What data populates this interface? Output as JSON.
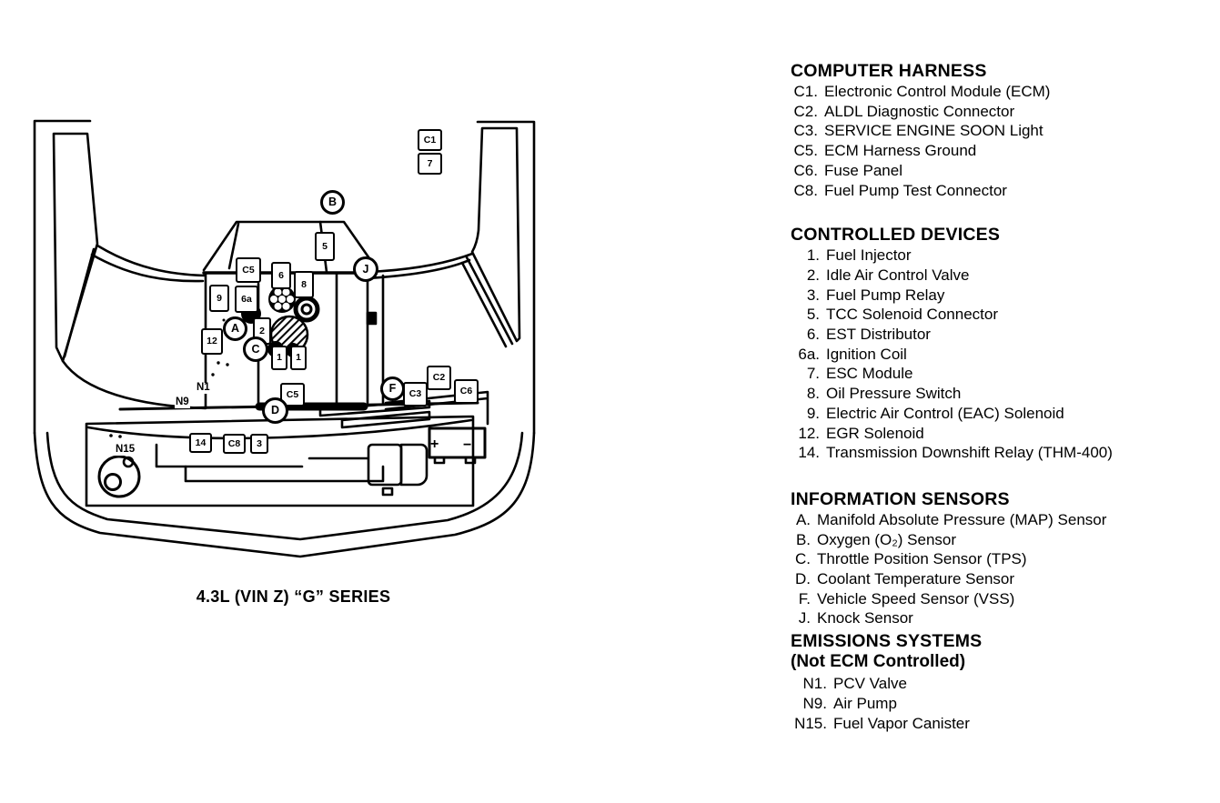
{
  "colors": {
    "ink": "#000000",
    "paper": "#ffffff"
  },
  "diagram": {
    "caption": "4.3L (VIN Z) “G” SERIES",
    "badges": {
      "C1": "C1",
      "7": "7",
      "B": "B",
      "5": "5",
      "J": "J",
      "C5": "C5",
      "6": "6",
      "8": "8",
      "9": "9",
      "6a": "6a",
      "A": "A",
      "2": "2",
      "C": "C",
      "12": "12",
      "1": "1",
      "14": "14",
      "C8": "C8",
      "3": "3",
      "F": "F",
      "C3": "C3",
      "C2": "C2",
      "C6": "C6",
      "D": "D",
      "N1": "N1",
      "N9": "N9",
      "N15": "N15",
      "plus": "+",
      "minus": "−"
    }
  },
  "legend": {
    "sections": [
      {
        "title": "COMPUTER HARNESS",
        "items": [
          {
            "code": "C1.",
            "label": "Electronic Control Module (ECM)"
          },
          {
            "code": "C2.",
            "label": "ALDL Diagnostic Connector"
          },
          {
            "code": "C3.",
            "label": "SERVICE ENGINE SOON Light"
          },
          {
            "code": "C5.",
            "label": "ECM Harness Ground"
          },
          {
            "code": "C6.",
            "label": "Fuse Panel"
          },
          {
            "code": "C8.",
            "label": "Fuel Pump Test Connector"
          }
        ]
      },
      {
        "title": "CONTROLLED DEVICES",
        "items": [
          {
            "code": "1.",
            "label": "Fuel Injector"
          },
          {
            "code": "2.",
            "label": "Idle Air Control Valve"
          },
          {
            "code": "3.",
            "label": "Fuel Pump Relay"
          },
          {
            "code": "5.",
            "label": "TCC Solenoid Connector"
          },
          {
            "code": "6.",
            "label": "EST Distributor"
          },
          {
            "code": "6a.",
            "label": "Ignition Coil"
          },
          {
            "code": "7.",
            "label": "ESC Module"
          },
          {
            "code": "8.",
            "label": "Oil Pressure Switch"
          },
          {
            "code": "9.",
            "label": "Electric Air Control (EAC) Solenoid"
          },
          {
            "code": "12.",
            "label": "EGR Solenoid"
          },
          {
            "code": "14.",
            "label": "Transmission Downshift Relay (THM-400)"
          }
        ]
      },
      {
        "title": "INFORMATION SENSORS",
        "items": [
          {
            "code": "A.",
            "label": "Manifold Absolute Pressure (MAP) Sensor"
          },
          {
            "code": "B.",
            "label": "Oxygen (O₂) Sensor"
          },
          {
            "code": "C.",
            "label": "Throttle Position Sensor (TPS)"
          },
          {
            "code": "D.",
            "label": "Coolant Temperature Sensor"
          },
          {
            "code": "F.",
            "label": "Vehicle Speed Sensor (VSS)"
          },
          {
            "code": "J.",
            "label": "Knock Sensor"
          }
        ]
      },
      {
        "title": "EMISSIONS SYSTEMS",
        "subtitle": "(Not ECM Controlled)",
        "items": [
          {
            "code": "N1.",
            "label": "PCV Valve"
          },
          {
            "code": "N9.",
            "label": "Air Pump"
          },
          {
            "code": "N15.",
            "label": "Fuel Vapor Canister"
          }
        ]
      }
    ]
  }
}
